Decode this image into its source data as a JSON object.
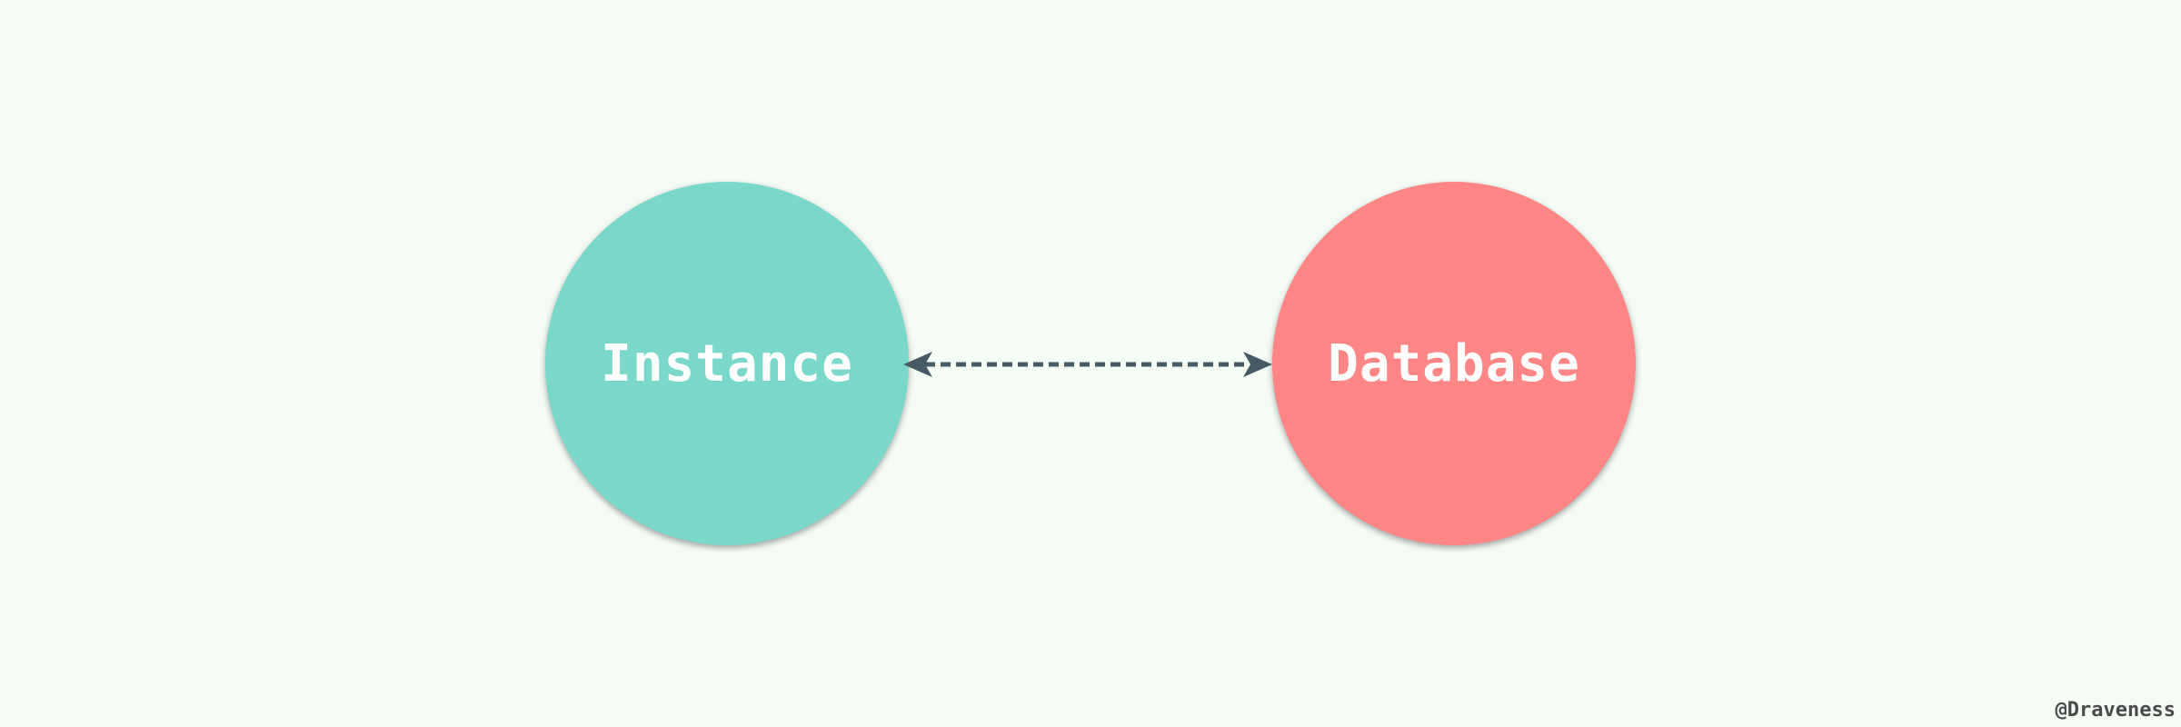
{
  "diagram": {
    "nodes": [
      {
        "id": "instance",
        "label": "Instance",
        "color": "#7ad8cb"
      },
      {
        "id": "database",
        "label": "Database",
        "color": "#ff8684"
      }
    ],
    "edge": {
      "from": "instance",
      "to": "database",
      "style": "dashed",
      "direction": "bidirectional",
      "color": "#455a64"
    }
  },
  "watermark": "@Draveness",
  "background": "#f5fcf6"
}
